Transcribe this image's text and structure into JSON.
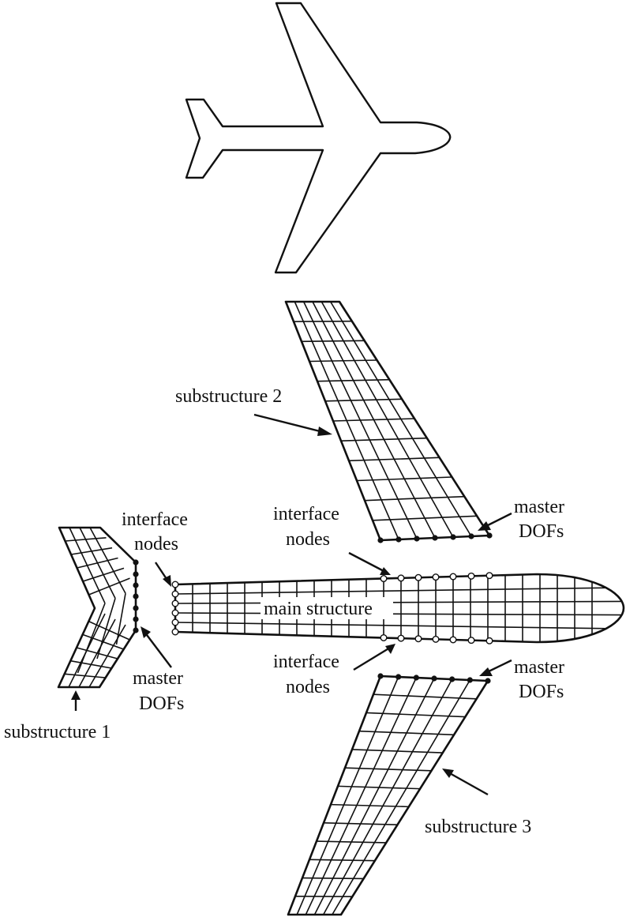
{
  "labels": {
    "substructure_1": "substructure 1",
    "substructure_2": "substructure 2",
    "substructure_3": "substructure 3",
    "main_structure": "main structure",
    "interface_nodes_left_line1": "interface",
    "interface_nodes_left_line2": "nodes",
    "interface_nodes_top_line1": "interface",
    "interface_nodes_top_line2": "nodes",
    "interface_nodes_bottom_line1": "interface",
    "interface_nodes_bottom_line2": "nodes",
    "master_dofs_left_line1": "master",
    "master_dofs_left_line2": "DOFs",
    "master_dofs_top_line1": "master",
    "master_dofs_top_line2": "DOFs",
    "master_dofs_bottom_line1": "master",
    "master_dofs_bottom_line2": "DOFs"
  },
  "colors": {
    "ink": "#111111",
    "background": "#ffffff"
  }
}
